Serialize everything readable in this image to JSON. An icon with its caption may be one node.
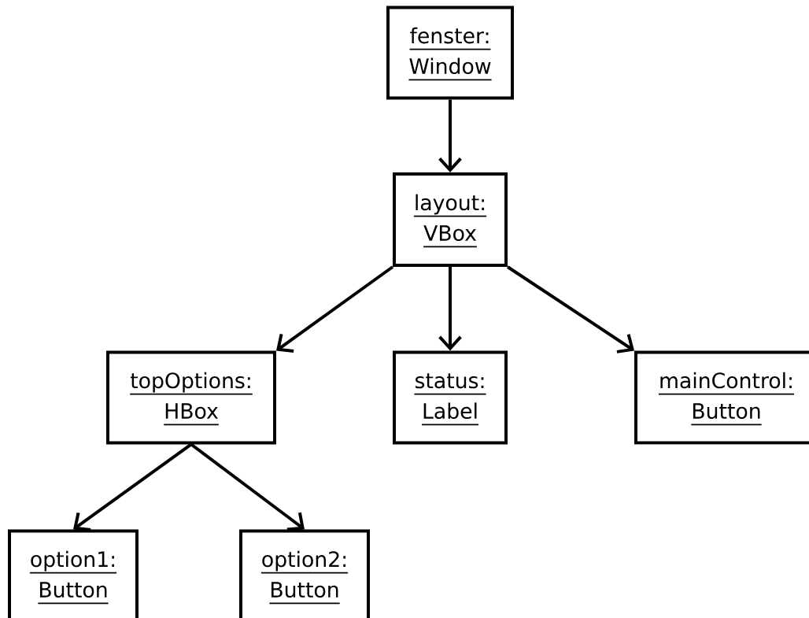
{
  "diagram": {
    "nodes": [
      {
        "text": [
          "fenster: Window"
        ]
      },
      {
        "text": [
          "layout: VBox"
        ]
      },
      {
        "text": [
          "topOptions: HBox"
        ]
      },
      {
        "text": [
          "status: Label"
        ]
      },
      {
        "text": [
          "mainControl: Button"
        ]
      },
      {
        "text": [
          "option1: Button"
        ]
      },
      {
        "text": [
          "option2: Button"
        ]
      }
    ],
    "edges": [
      {
        "from": 0,
        "to": 1,
        "arrow": "to"
      },
      {
        "from": 1,
        "to": 2,
        "arrow": "to"
      },
      {
        "from": 1,
        "to": 3,
        "arrow": "to"
      },
      {
        "from": 1,
        "to": 4,
        "arrow": "to"
      },
      {
        "from": 2,
        "to": 5,
        "arrow": "to"
      },
      {
        "from": 2,
        "to": 6,
        "arrow": "to"
      }
    ]
  }
}
